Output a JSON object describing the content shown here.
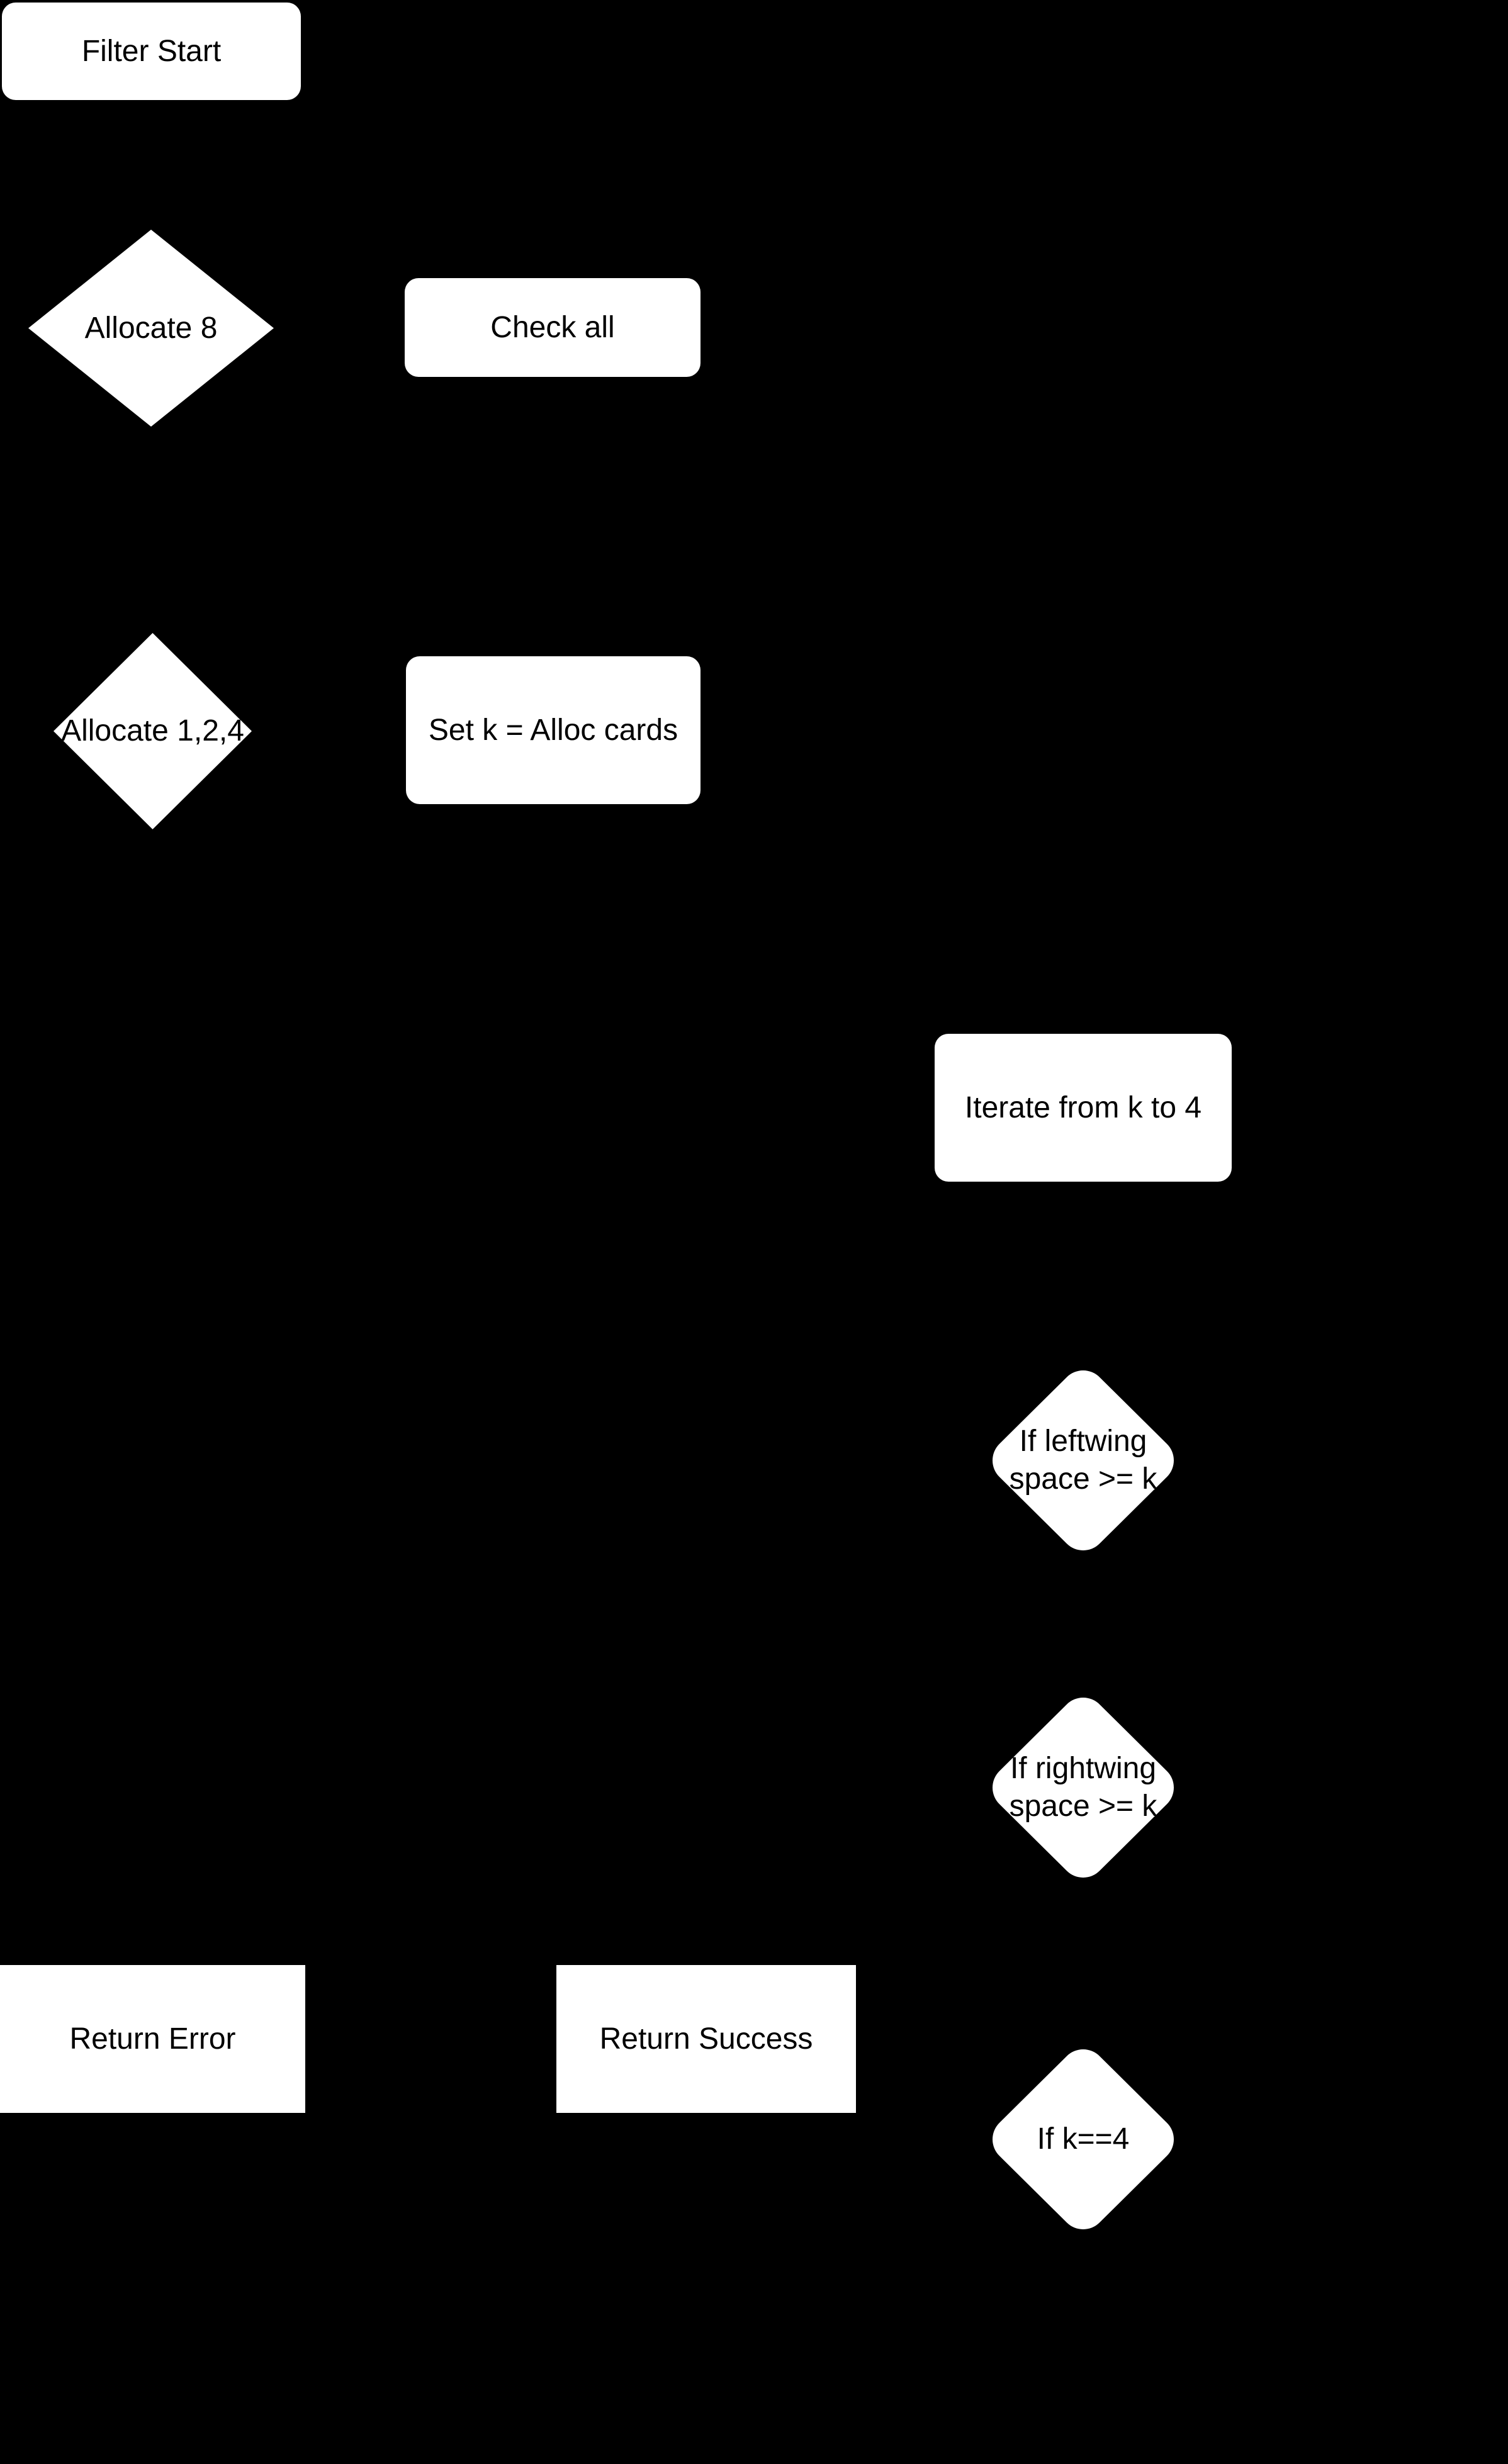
{
  "canvas": {
    "background_color": "#000000",
    "node_fill_color": "#ffffff",
    "node_text_color": "#000000"
  },
  "flowchart": {
    "nodes": {
      "filter_start": {
        "type": "rounded-rect",
        "label": "Filter Start"
      },
      "allocate_8": {
        "type": "diamond",
        "label": "Allocate 8"
      },
      "check_all": {
        "type": "rounded-rect",
        "label": "Check all"
      },
      "allocate_124": {
        "type": "diamond",
        "label": "Allocate 1,2,4"
      },
      "set_k": {
        "type": "rounded-rect",
        "label": "Set k = Alloc cards"
      },
      "iterate": {
        "type": "rounded-rect",
        "label": "Iterate from k to 4"
      },
      "if_leftwing": {
        "type": "rounded-diamond",
        "line1": "If leftwing",
        "line2": "space >= k"
      },
      "if_rightwing": {
        "type": "rounded-diamond",
        "line1": "If rightwing",
        "line2": "space >= k"
      },
      "return_error": {
        "type": "rect",
        "label": "Return Error"
      },
      "return_success": {
        "type": "rect",
        "label": "Return Success"
      },
      "if_k_eq_4": {
        "type": "rounded-diamond",
        "label": "If k==4"
      }
    }
  }
}
